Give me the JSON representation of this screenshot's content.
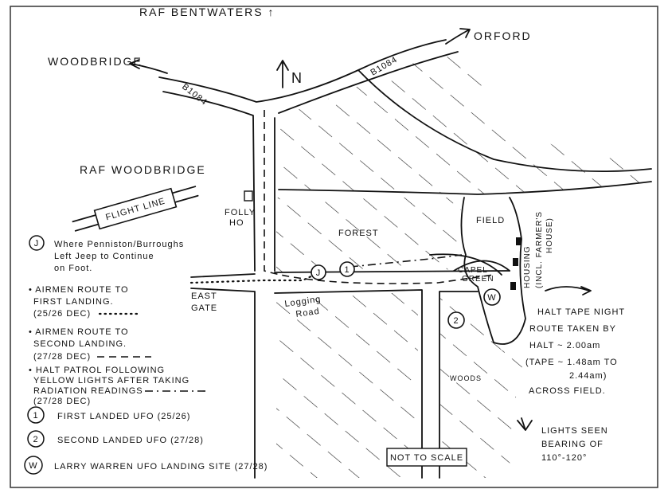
{
  "map": {
    "labels": {
      "raf_bentwaters": "RAF BENTWATERS ↑",
      "orford": "ORFORD",
      "woodbridge": "WOODBRIDGE",
      "road_b1084_west": "B1084",
      "road_b1084_east": "B1084",
      "north": "N",
      "raf_woodbridge": "RAF WOODBRIDGE",
      "flight_line": "FLIGHT LINE",
      "folly_ho_1": "FOLLY",
      "folly_ho_2": "HO",
      "forest": "FOREST",
      "field": "FIELD",
      "housing_1": "HOUSING",
      "housing_2": "(INCL. FARMER'S",
      "housing_3": "HOUSE)",
      "capel_green_1": "CAPEL",
      "capel_green_2": "GREEN",
      "east_gate_1": "EAST",
      "east_gate_2": "GATE",
      "logging_road_1": "Logging",
      "logging_road_2": "Road",
      "woods": "WOODS",
      "not_to_scale": "NOT TO SCALE"
    },
    "markers": {
      "j": "J",
      "one": "1",
      "two": "2",
      "w": "W"
    },
    "notes": {
      "halt_tape": [
        "HALT TAPE NIGHT",
        "ROUTE TAKEN BY",
        "HALT ~ 2.00am",
        "(TAPE ~ 1.48am TO",
        "2.44am)",
        "ACROSS FIELD."
      ],
      "lights": [
        "LIGHTS SEEN",
        "BEARING OF",
        "110°-120°"
      ]
    },
    "legend": {
      "j": [
        "Where Penniston/Burroughs",
        "Left Jeep to Continue",
        "on Foot."
      ],
      "route1": [
        "• AIRMEN ROUTE TO",
        "FIRST LANDING.",
        "(25/26 DEC)"
      ],
      "route2": [
        "• AIRMEN ROUTE TO",
        "SECOND LANDING.",
        "(27/28 DEC)"
      ],
      "route3": [
        "• HALT PATROL FOLLOWING",
        "YELLOW LIGHTS AFTER TAKING",
        "RADIATION READINGS",
        "(27/28 DEC)"
      ],
      "one": "FIRST LANDED UFO (25/26)",
      "two": "SECOND LANDED UFO (27/28)",
      "w": "LARRY WARREN UFO LANDING SITE (27/28)"
    }
  }
}
